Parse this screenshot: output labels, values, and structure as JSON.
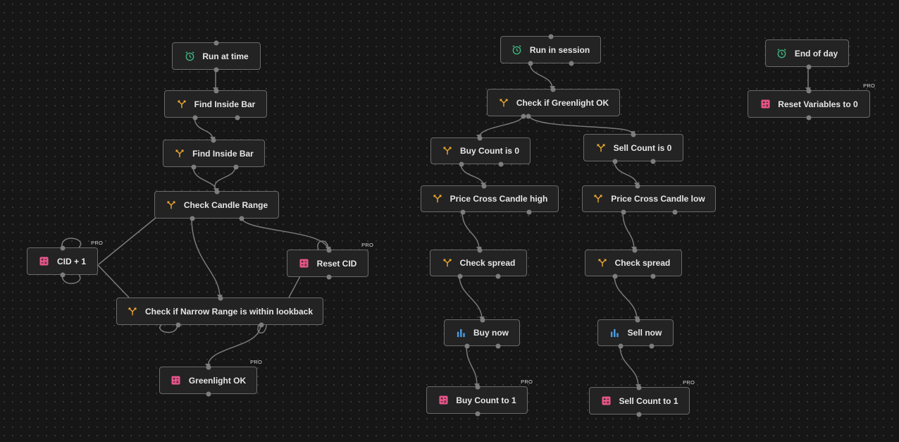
{
  "canvas": {
    "background": "#161616",
    "node_background": "#232323",
    "node_border": "#6a6a6a",
    "edge_color": "#7a7a7a",
    "icon_colors": {
      "clock-icon": "#3fb37f",
      "branch-icon": "#f0a830",
      "variable-icon": "#e8558a",
      "bar-chart-icon": "#4a9ee8"
    }
  },
  "pro_label": "PRO",
  "nodes": {
    "run_at_time": {
      "label": "Run at time",
      "icon": "clock-icon"
    },
    "find_inside_bar_1": {
      "label": "Find Inside Bar",
      "icon": "branch-icon"
    },
    "find_inside_bar_2": {
      "label": "Find Inside Bar",
      "icon": "branch-icon"
    },
    "check_candle_range": {
      "label": "Check Candle Range",
      "icon": "branch-icon"
    },
    "cid_plus_1": {
      "label": "CID + 1",
      "icon": "variable-icon",
      "pro": true
    },
    "reset_cid": {
      "label": "Reset CID",
      "icon": "variable-icon",
      "pro": true
    },
    "check_narrow_range": {
      "label": "Check if Narrow Range is within lookback",
      "icon": "branch-icon"
    },
    "greenlight_ok": {
      "label": "Greenlight OK",
      "icon": "variable-icon",
      "pro": true
    },
    "run_in_session": {
      "label": "Run in session",
      "icon": "clock-icon"
    },
    "check_greenlight": {
      "label": "Check if Greenlight OK",
      "icon": "branch-icon"
    },
    "buy_count_is_0": {
      "label": "Buy Count is 0",
      "icon": "branch-icon"
    },
    "sell_count_is_0": {
      "label": "Sell Count is 0",
      "icon": "branch-icon"
    },
    "price_cross_high": {
      "label": "Price Cross Candle high",
      "icon": "branch-icon"
    },
    "price_cross_low": {
      "label": "Price Cross Candle low",
      "icon": "branch-icon"
    },
    "check_spread_buy": {
      "label": "Check spread",
      "icon": "branch-icon"
    },
    "check_spread_sell": {
      "label": "Check spread",
      "icon": "branch-icon"
    },
    "buy_now": {
      "label": "Buy now",
      "icon": "bar-chart-icon"
    },
    "sell_now": {
      "label": "Sell now",
      "icon": "bar-chart-icon"
    },
    "buy_count_to_1": {
      "label": "Buy Count to 1",
      "icon": "variable-icon",
      "pro": true
    },
    "sell_count_to_1": {
      "label": "Sell Count to 1",
      "icon": "variable-icon",
      "pro": true
    },
    "end_of_day": {
      "label": "End of day",
      "icon": "clock-icon"
    },
    "reset_variables": {
      "label": "Reset Variables to 0",
      "icon": "variable-icon",
      "pro": true
    }
  }
}
